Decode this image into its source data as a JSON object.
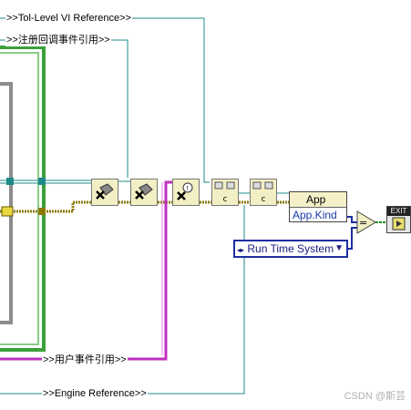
{
  "labels": {
    "top_ref": ">>Tol-Level VI Reference>>",
    "register_ref": ">>注册回调事件引用>>",
    "user_event_ref": ">>用户事件引用>>",
    "engine_ref": ">>Engine Reference>>"
  },
  "nodes": {
    "close_ref_1": {
      "icon": "close-reference-icon"
    },
    "close_ref_2": {
      "icon": "close-reference-icon"
    },
    "unregister_events": {
      "icon": "unregister-events-icon"
    },
    "call_node_1": {
      "sub": "c"
    },
    "call_node_2": {
      "sub": "c"
    }
  },
  "property_node": {
    "class": "App",
    "property": "App.Kind"
  },
  "enum_constant": {
    "value": "Run Time System"
  },
  "exit_node": {
    "label": "EXIT"
  },
  "watermark": "CSDN @斯芸",
  "colors": {
    "ref_wire": "#1f8a8a",
    "cluster_wire": "#8a7a00",
    "event_wire": "#c030c0",
    "structure_border": "#3aa03a",
    "enum_border": "#1d2fa0"
  }
}
